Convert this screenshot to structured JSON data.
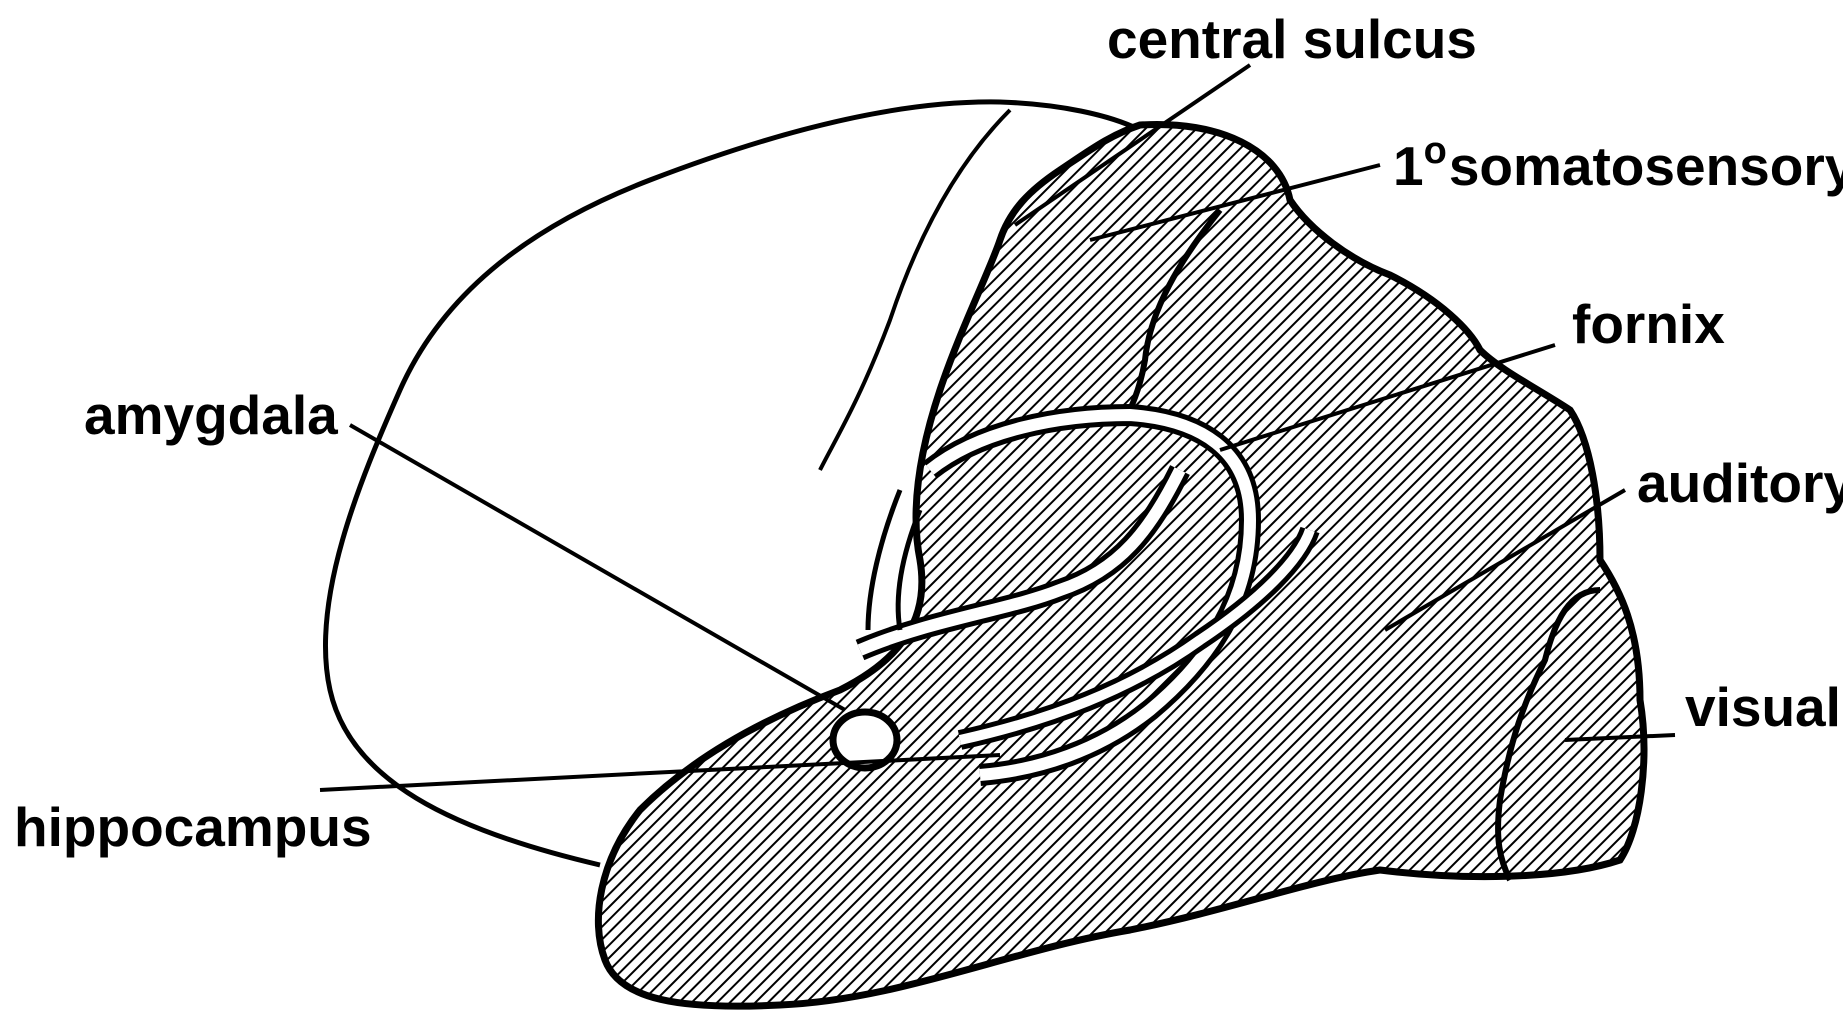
{
  "labels": {
    "central_sulcus": "central sulcus",
    "somatosensory_prefix": "1",
    "somatosensory_sup": "o",
    "somatosensory_text": "somatosensory",
    "fornix": "fornix",
    "amygdala": "amygdala",
    "auditory": "auditory",
    "visual": "visual",
    "hippocampus": "hippocampus"
  },
  "colors": {
    "stroke": "#000000",
    "hatch": "#000000",
    "background": "#ffffff"
  }
}
